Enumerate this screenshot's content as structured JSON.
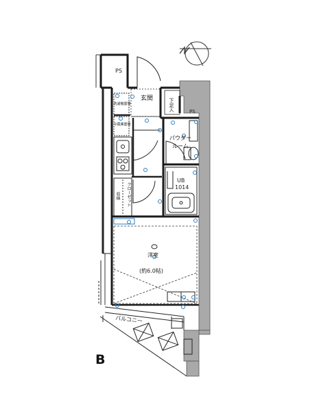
{
  "plan_label": "B",
  "rooms": {
    "ps_top": "PS",
    "genkan": "玄関",
    "shoes": "下足入",
    "ps_right": "PS",
    "washer": "洗濯機置場",
    "fridge": "冷蔵庫置場",
    "powder": "パウダールーム",
    "ub_label": "UB",
    "ub_size": "1014",
    "storage": "クローゼット",
    "closet_small": "収納",
    "youshitsu": "洋室",
    "youshitsu_size": "(約6.0帖)",
    "balcony": "バルコニー"
  },
  "colors": {
    "wall": "#1a1a1a",
    "gray_wall": "#a9a9a9",
    "accent_blue": "#2f7fc0",
    "line": "#222222"
  }
}
